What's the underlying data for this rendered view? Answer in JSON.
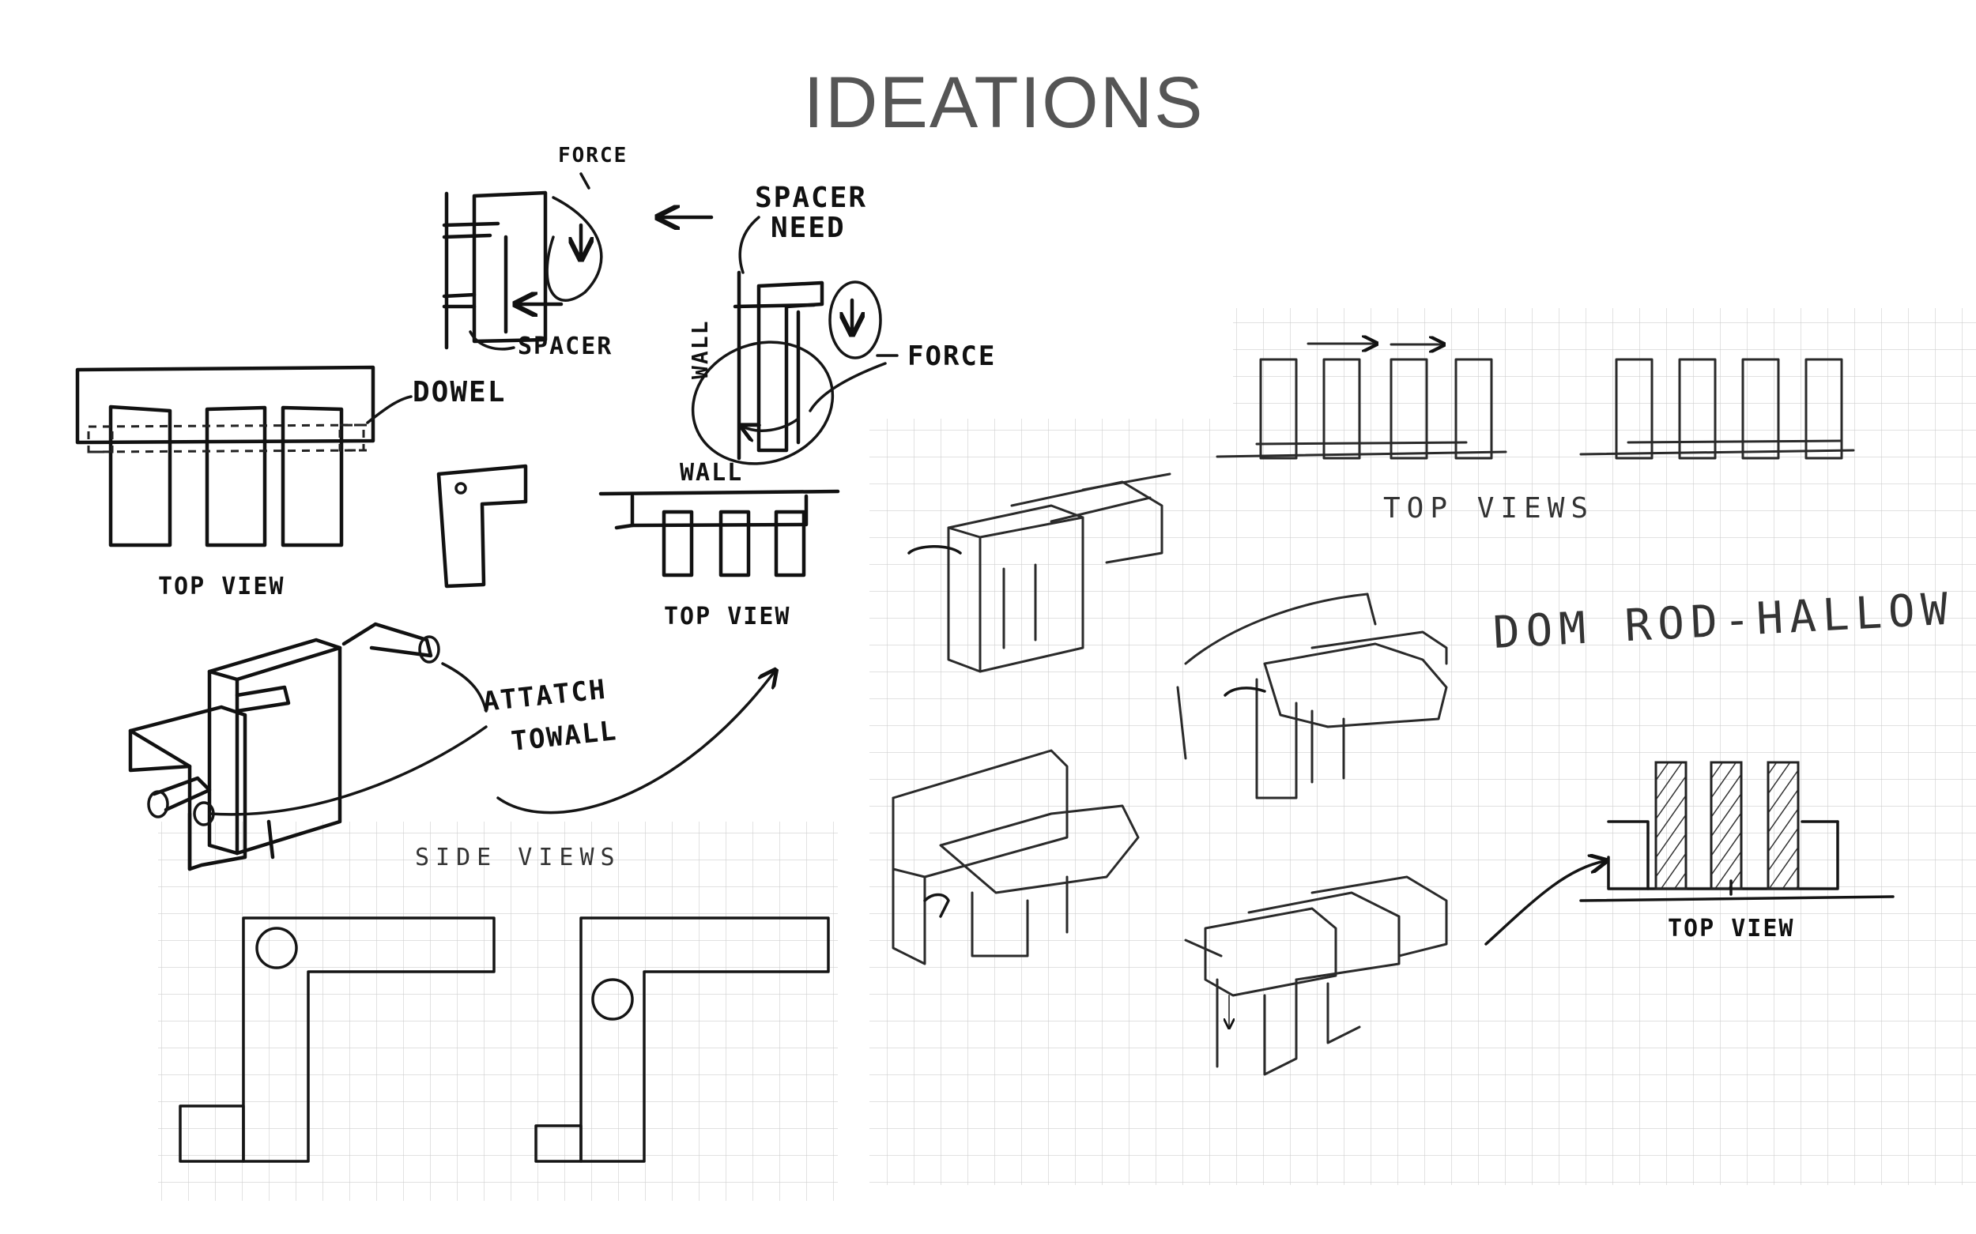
{
  "title": "IDEATIONS",
  "labels": {
    "force_top": "FORCE",
    "spacer_need_line1": "SPACER",
    "spacer_need_line2": "NEED",
    "spacer": "SPACER",
    "dowel": "DOWEL",
    "wall_vertical": "WALL",
    "force_right": "FORCE",
    "wall_horizontal": "WALL",
    "top_view_left": "TOP VIEW",
    "top_view_middle": "TOP VIEW",
    "attach_line1": "ATTATCH",
    "attach_line2": "TOWALL",
    "side_views": "SIDE VIEWS",
    "top_views": "TOP VIEWS",
    "dom_rod": "DOM ROD-HALLOW",
    "top_view_right": "TOP VIEW"
  }
}
